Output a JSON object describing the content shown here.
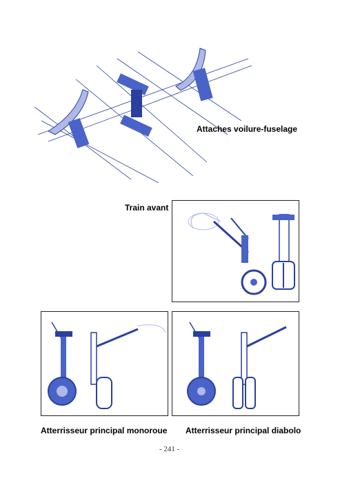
{
  "captions": {
    "wing_attach": "Attaches voilure-fuselage",
    "nose_gear": "Train avant",
    "main_mono": "Atterrisseur principal monoroue",
    "main_diabolo": "Atterrisseur principal diabolo"
  },
  "page_number": "- 241 -",
  "colors": {
    "ink": "#2a3f9e",
    "fill": "#4a63c8",
    "light": "#aeb9e8"
  }
}
